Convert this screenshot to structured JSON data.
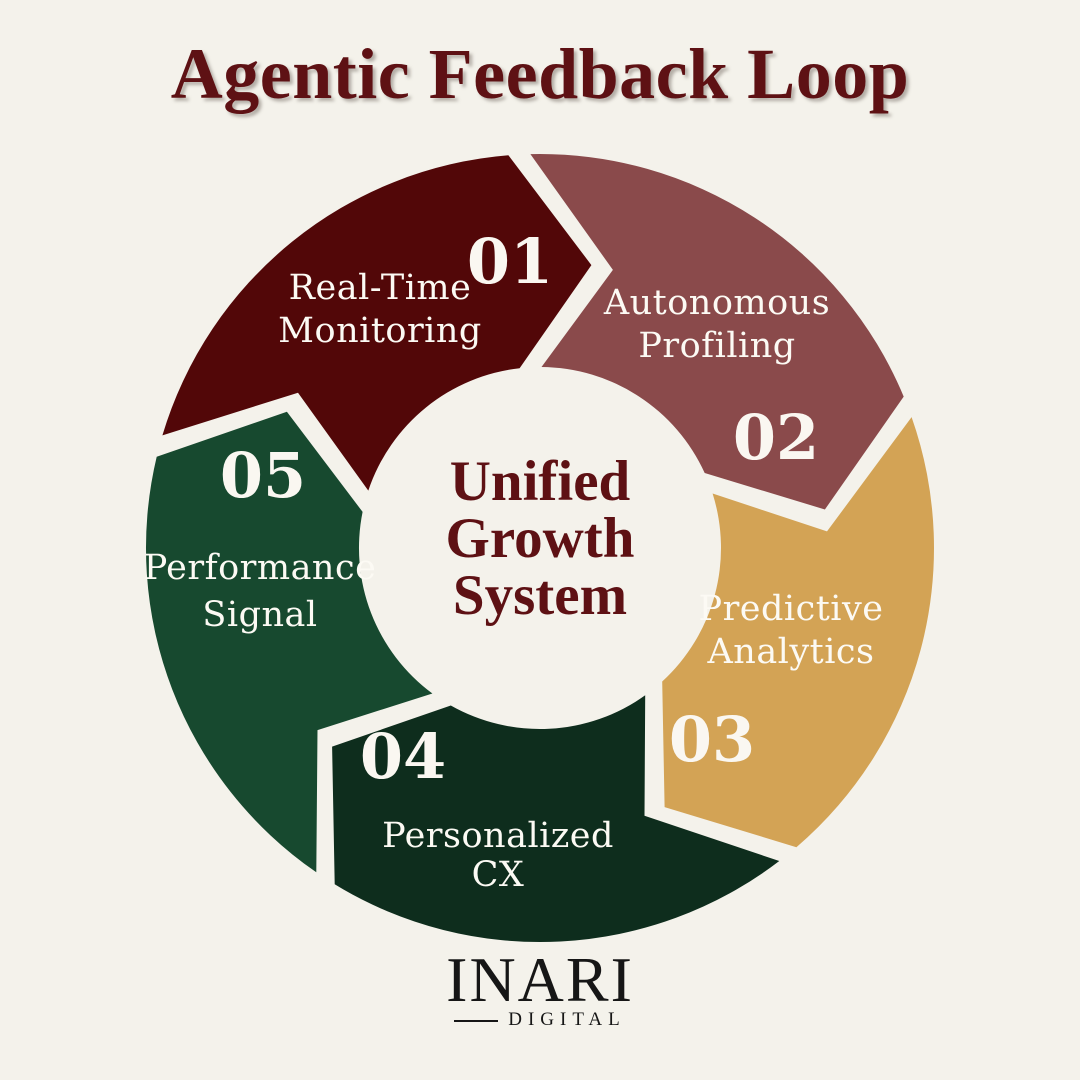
{
  "title": "Agentic Feedback Loop",
  "center_label": {
    "line1": "Unified",
    "line2": "Growth",
    "line3": "System"
  },
  "segments": [
    {
      "number": "01",
      "label_line1": "Real-Time",
      "label_line2": "Monitoring",
      "color": "#520708"
    },
    {
      "number": "02",
      "label_line1": "Autonomous",
      "label_line2": "Profiling",
      "color": "#8A4A4B"
    },
    {
      "number": "03",
      "label_line1": "Predictive",
      "label_line2": "Analytics",
      "color": "#D3A355"
    },
    {
      "number": "04",
      "label_line1": "Personalized",
      "label_line2": "CX",
      "color": "#0E2D1D"
    },
    {
      "number": "05",
      "label_line1": "Performance",
      "label_line2": "Signal",
      "color": "#17492F"
    }
  ],
  "footer": {
    "brand": "INARI",
    "brand_sub": "DIGITAL"
  },
  "colors": {
    "background": "#F4F2EB",
    "title_text": "#5E1114",
    "center_text": "#5E1114",
    "segment_number_text": "#FAF7F1",
    "segment_label_text": "#FCFAF4",
    "logo_text": "#161616"
  }
}
